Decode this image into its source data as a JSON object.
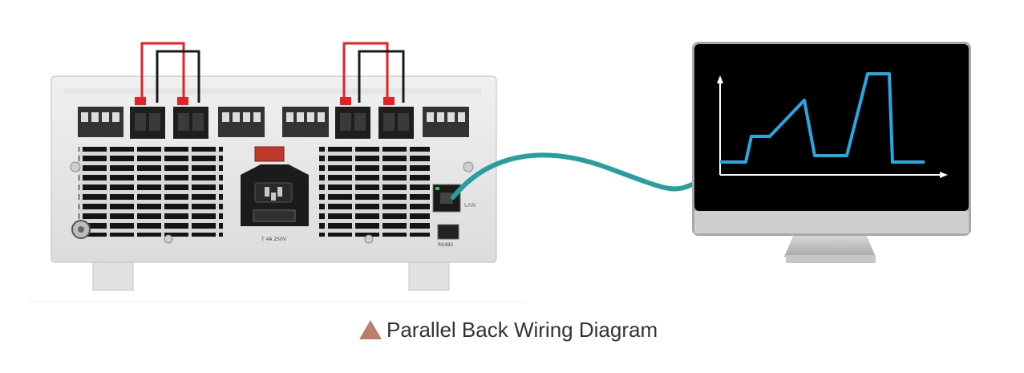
{
  "caption": {
    "text": "Parallel Back Wiring Diagram",
    "marker_color": "#b8806a"
  },
  "labels": {
    "lan": "LAN",
    "rs485": "RS485",
    "fuse": "T 4A 250V"
  },
  "colors": {
    "positive_wire": "#e32226",
    "negative_wire": "#1a1a1a",
    "lan_cable": "#2a9d9e",
    "trace": "#29a8df",
    "screen": "#000000"
  }
}
